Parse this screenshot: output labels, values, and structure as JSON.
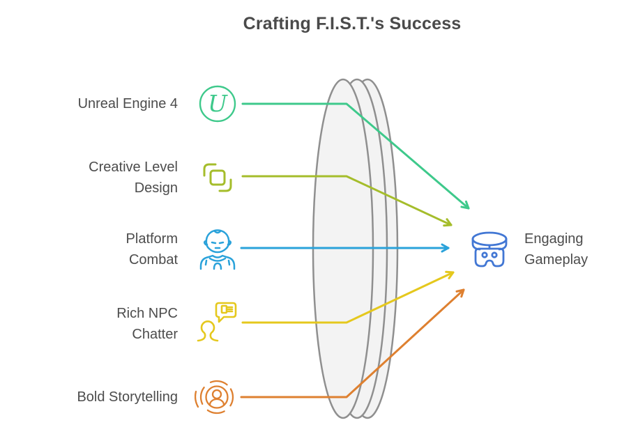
{
  "title": "Crafting F.I.S.T.'s Success",
  "items": [
    {
      "label": "Unreal Engine 4",
      "lines": [
        "Unreal Engine 4",
        ""
      ],
      "color": "#3ec98b",
      "icon": "unreal-engine-logo-icon",
      "letter": "U"
    },
    {
      "label": "Creative Level Design",
      "lines": [
        "Creative Level",
        "Design"
      ],
      "color": "#a5bd2b",
      "icon": "layered-squares-icon"
    },
    {
      "label": "Platform Combat",
      "lines": [
        "Platform",
        "Combat"
      ],
      "color": "#2aa2da",
      "icon": "fighter-bust-icon"
    },
    {
      "label": "Rich NPC Chatter",
      "lines": [
        "Rich NPC",
        "Chatter"
      ],
      "color": "#e5c81d",
      "icon": "person-speech-bubble-icon"
    },
    {
      "label": "Bold Storytelling",
      "lines": [
        "Bold Storytelling",
        ""
      ],
      "color": "#de8030",
      "icon": "storyteller-focus-icon"
    }
  ],
  "output": {
    "label": "Engaging Gameplay",
    "lines": [
      "Engaging",
      "Gameplay"
    ],
    "color": "#4277d4",
    "icon": "vr-headset-gamepad-icon"
  },
  "lens": {
    "stroke": "#8f8f8f",
    "fill": "#f3f3f3"
  },
  "text_color": "#4c4c4c"
}
